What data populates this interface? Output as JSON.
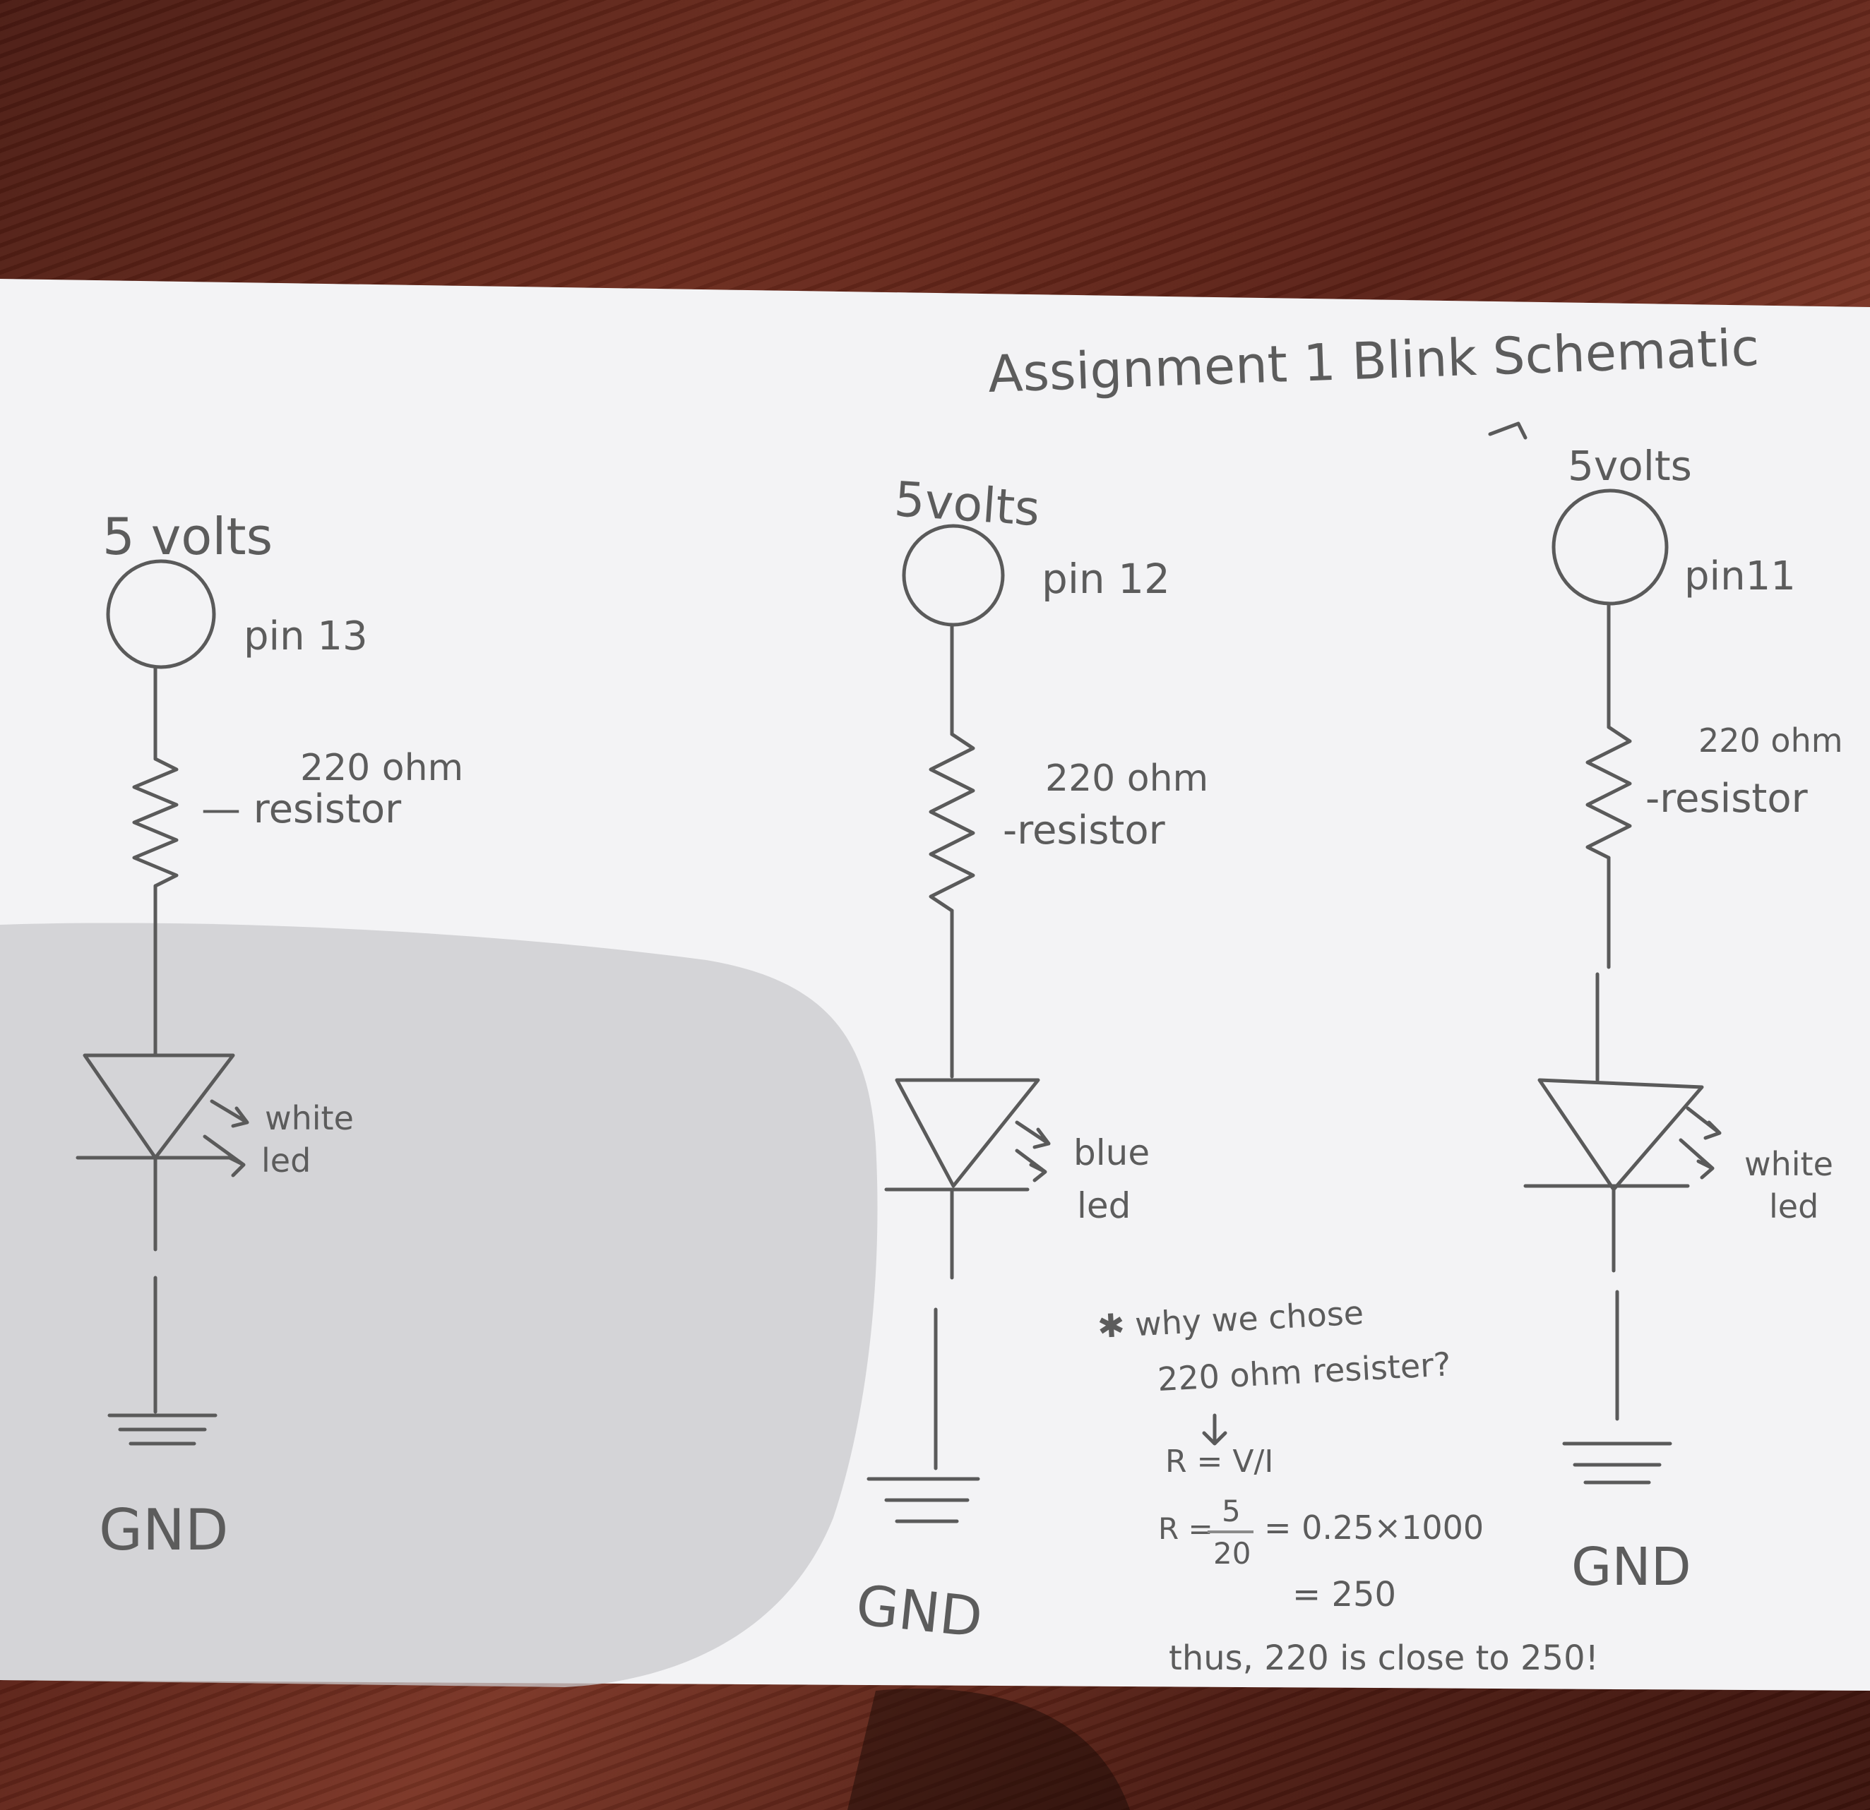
{
  "title": "Assignment 1 Blink Schematic",
  "circuits": [
    {
      "supply": "5 volts",
      "pin": "pin 13",
      "resistor_value": "220 ohm",
      "resistor_label": "— resistor",
      "led_color": "white",
      "led_label": "led",
      "ground": "GND"
    },
    {
      "supply": "5volts",
      "pin": "pin 12",
      "resistor_value": "220 ohm",
      "resistor_label": "-resistor",
      "led_color": "blue",
      "led_label": "led",
      "ground": "GND"
    },
    {
      "supply": "5volts",
      "pin": "pin11",
      "resistor_value": "220 ohm",
      "resistor_label": "-resistor",
      "led_color": "white",
      "led_label": "led",
      "ground": "GND"
    }
  ],
  "note": {
    "question_line1": "✱ why we chose",
    "question_line2": "220 ohm resister?",
    "formula": "R = V/I",
    "step1_lhs": "R =",
    "step1_num": "5",
    "step1_den": "20",
    "step1_rhs": "= 0.25×1000",
    "step2": "= 250",
    "conclusion": "thus, 220 is close to 250!"
  },
  "colors": {
    "table": "#5a2016",
    "paper": "#f2f2f4",
    "pencil": "#5a5a5a"
  }
}
